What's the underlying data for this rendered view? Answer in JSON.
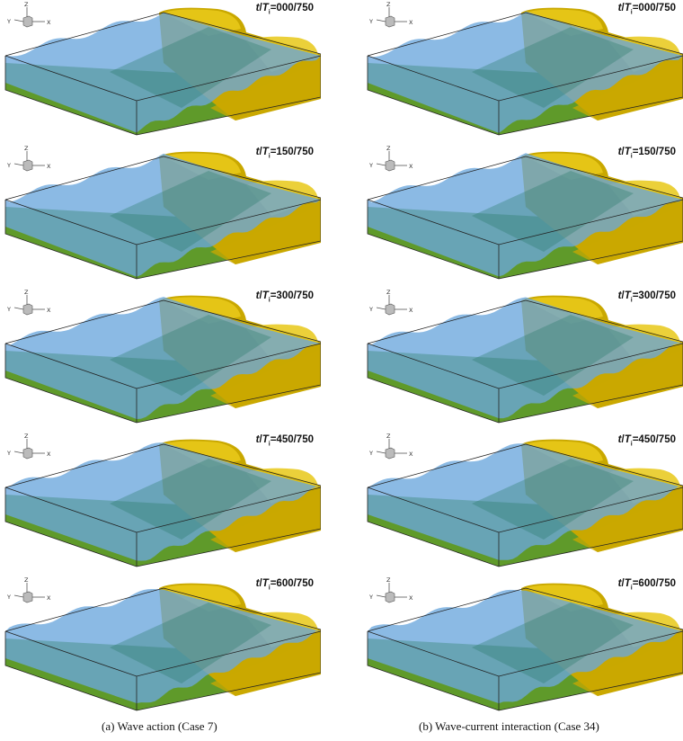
{
  "figure": {
    "time_labels": [
      "000",
      "150",
      "300",
      "450",
      "600"
    ],
    "time_total": "750",
    "axis_labels": {
      "z": "Z",
      "y": "Y",
      "x": "X"
    },
    "columns": [
      {
        "id": "a",
        "caption": "(a)  Wave  action  (Case  7)"
      },
      {
        "id": "b",
        "caption": "(b)  Wave-current  interaction  (Case  34)"
      }
    ],
    "colors": {
      "water": "#6aa6dc",
      "seabed": "#5f9a2a",
      "structure": "#c9a800",
      "structure_light": "#e8c818",
      "frame": "#222222"
    }
  }
}
